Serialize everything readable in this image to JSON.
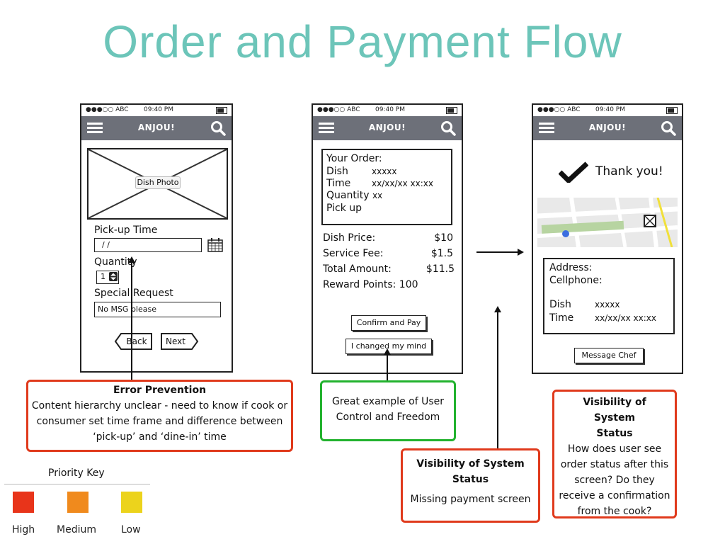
{
  "title": "Order and Payment Flow",
  "status_bar": {
    "carrier": "●●●○○ ABC",
    "time": "09:40 PM"
  },
  "app_name": "ANJOU!",
  "screen1": {
    "photo_label": "Dish Photo",
    "pickup_label": "Pick-up Time",
    "pickup_value": "/ /",
    "quantity_label": "Quantity",
    "quantity_value": "1",
    "special_label": "Special Request",
    "special_value": "No MSG please",
    "back_label": "Back",
    "next_label": "Next"
  },
  "screen2": {
    "order_title": "Your Order:",
    "order_rows": [
      {
        "label": "Dish",
        "value": "xxxxx"
      },
      {
        "label": "Time",
        "value": "xx/xx/xx xx:xx"
      },
      {
        "label": "Quantity",
        "value": "xx"
      },
      {
        "label": "Pick up",
        "value": ""
      }
    ],
    "price_rows": [
      {
        "label": "Dish Price:",
        "value": "$10"
      },
      {
        "label": "Service Fee:",
        "value": "$1.5"
      },
      {
        "label": "Total Amount:",
        "value": "$11.5"
      }
    ],
    "reward_line": "Reward Points: 100",
    "confirm_label": "Confirm and Pay",
    "changed_label": "I changed my mind"
  },
  "screen3": {
    "thanks": "Thank you!",
    "address_label": "Address:",
    "cellphone_label": "Cellphone:",
    "dish_label": "Dish",
    "dish_value": "xxxxx",
    "time_label": "Time",
    "time_value": "xx/xx/xx xx:xx",
    "message_label": "Message Chef"
  },
  "annotations": {
    "error": {
      "heading": "Error Prevention",
      "body": "Content hierarchy unclear - need to know if cook or consumer set time frame and difference between ‘pick-up’ and ‘dine-in’ time"
    },
    "control": {
      "body": "Great example of User Control and Freedom"
    },
    "visibility_mid": {
      "heading": "Visibility of System Status",
      "body": "Missing payment screen"
    },
    "visibility_right": {
      "heading": "Visibility of System Status",
      "body": "How does user see order status after this screen? Do they receive a confirmation from the cook?"
    }
  },
  "priority_key": {
    "title": "Priority Key",
    "items": [
      {
        "label": "High",
        "color": "#e8341a"
      },
      {
        "label": "Medium",
        "color": "#f08a1d"
      },
      {
        "label": "Low",
        "color": "#ecd31c"
      }
    ]
  },
  "colors": {
    "title": "#6cc5b9",
    "navbar": "#6d7079",
    "high": "#e03a1c",
    "positive": "#22b22e"
  }
}
